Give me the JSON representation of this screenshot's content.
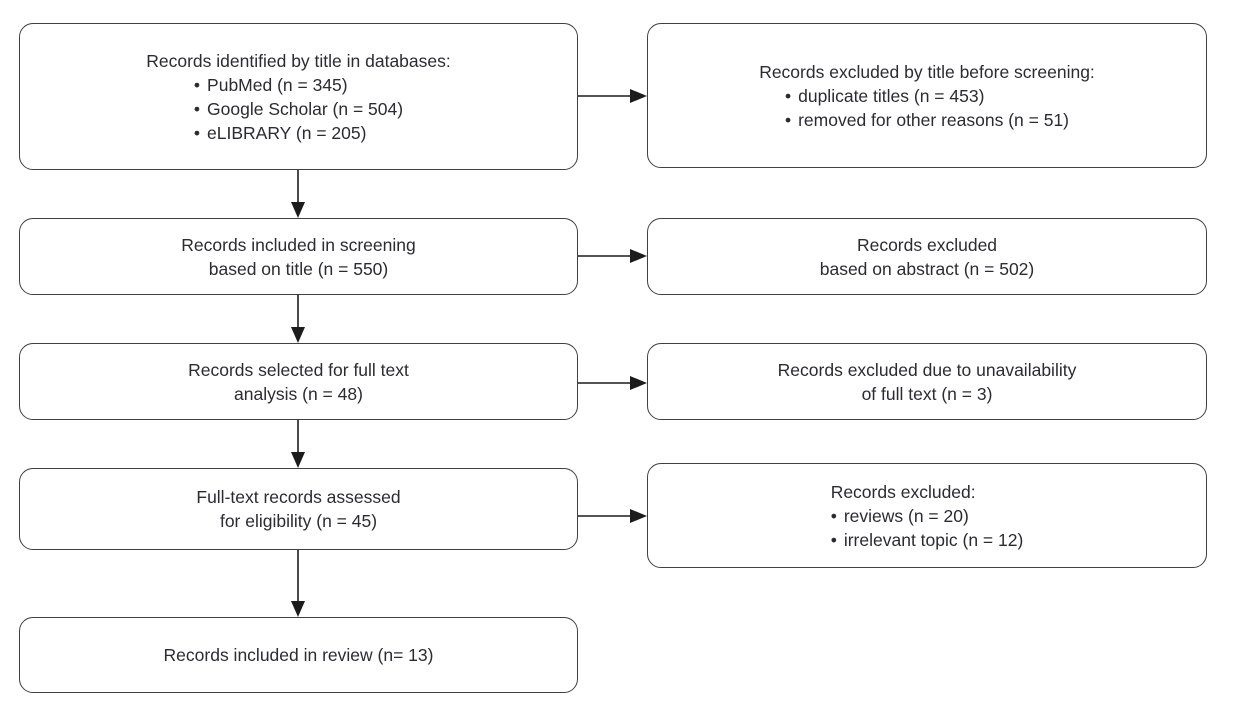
{
  "colors": {
    "background": "#ffffff",
    "box_border": "#3f3f46",
    "text": "#2b2b31",
    "arrow": "#1c1c1c"
  },
  "bullet_char": "•",
  "boxes": {
    "identified": {
      "title": "Records identified by title in databases:",
      "bullets": [
        "PubMed (n = 345)",
        "Google Scholar (n = 504)",
        "eLIBRARY (n = 205)"
      ]
    },
    "screening": {
      "lines": [
        "Records included in screening",
        "based on title (n = 550)"
      ]
    },
    "fulltext_selected": {
      "lines": [
        "Records selected for full text",
        "analysis (n = 48)"
      ]
    },
    "assessed": {
      "lines": [
        "Full-text records assessed",
        "for eligibility (n = 45)"
      ]
    },
    "included": {
      "lines": [
        "Records included in review (n= 13)"
      ]
    },
    "excluded_title": {
      "title": "Records excluded by title before screening:",
      "bullets": [
        "duplicate titles (n = 453)",
        "removed for other reasons (n = 51)"
      ]
    },
    "excluded_abstract": {
      "lines": [
        "Records excluded",
        "based on abstract (n = 502)"
      ]
    },
    "excluded_unavailable": {
      "lines": [
        "Records excluded due to unavailability",
        "of full text (n = 3)"
      ]
    },
    "excluded_fulltext": {
      "title": "Records excluded:",
      "bullets": [
        "reviews (n = 20)",
        "irrelevant topic (n = 12)"
      ]
    }
  }
}
